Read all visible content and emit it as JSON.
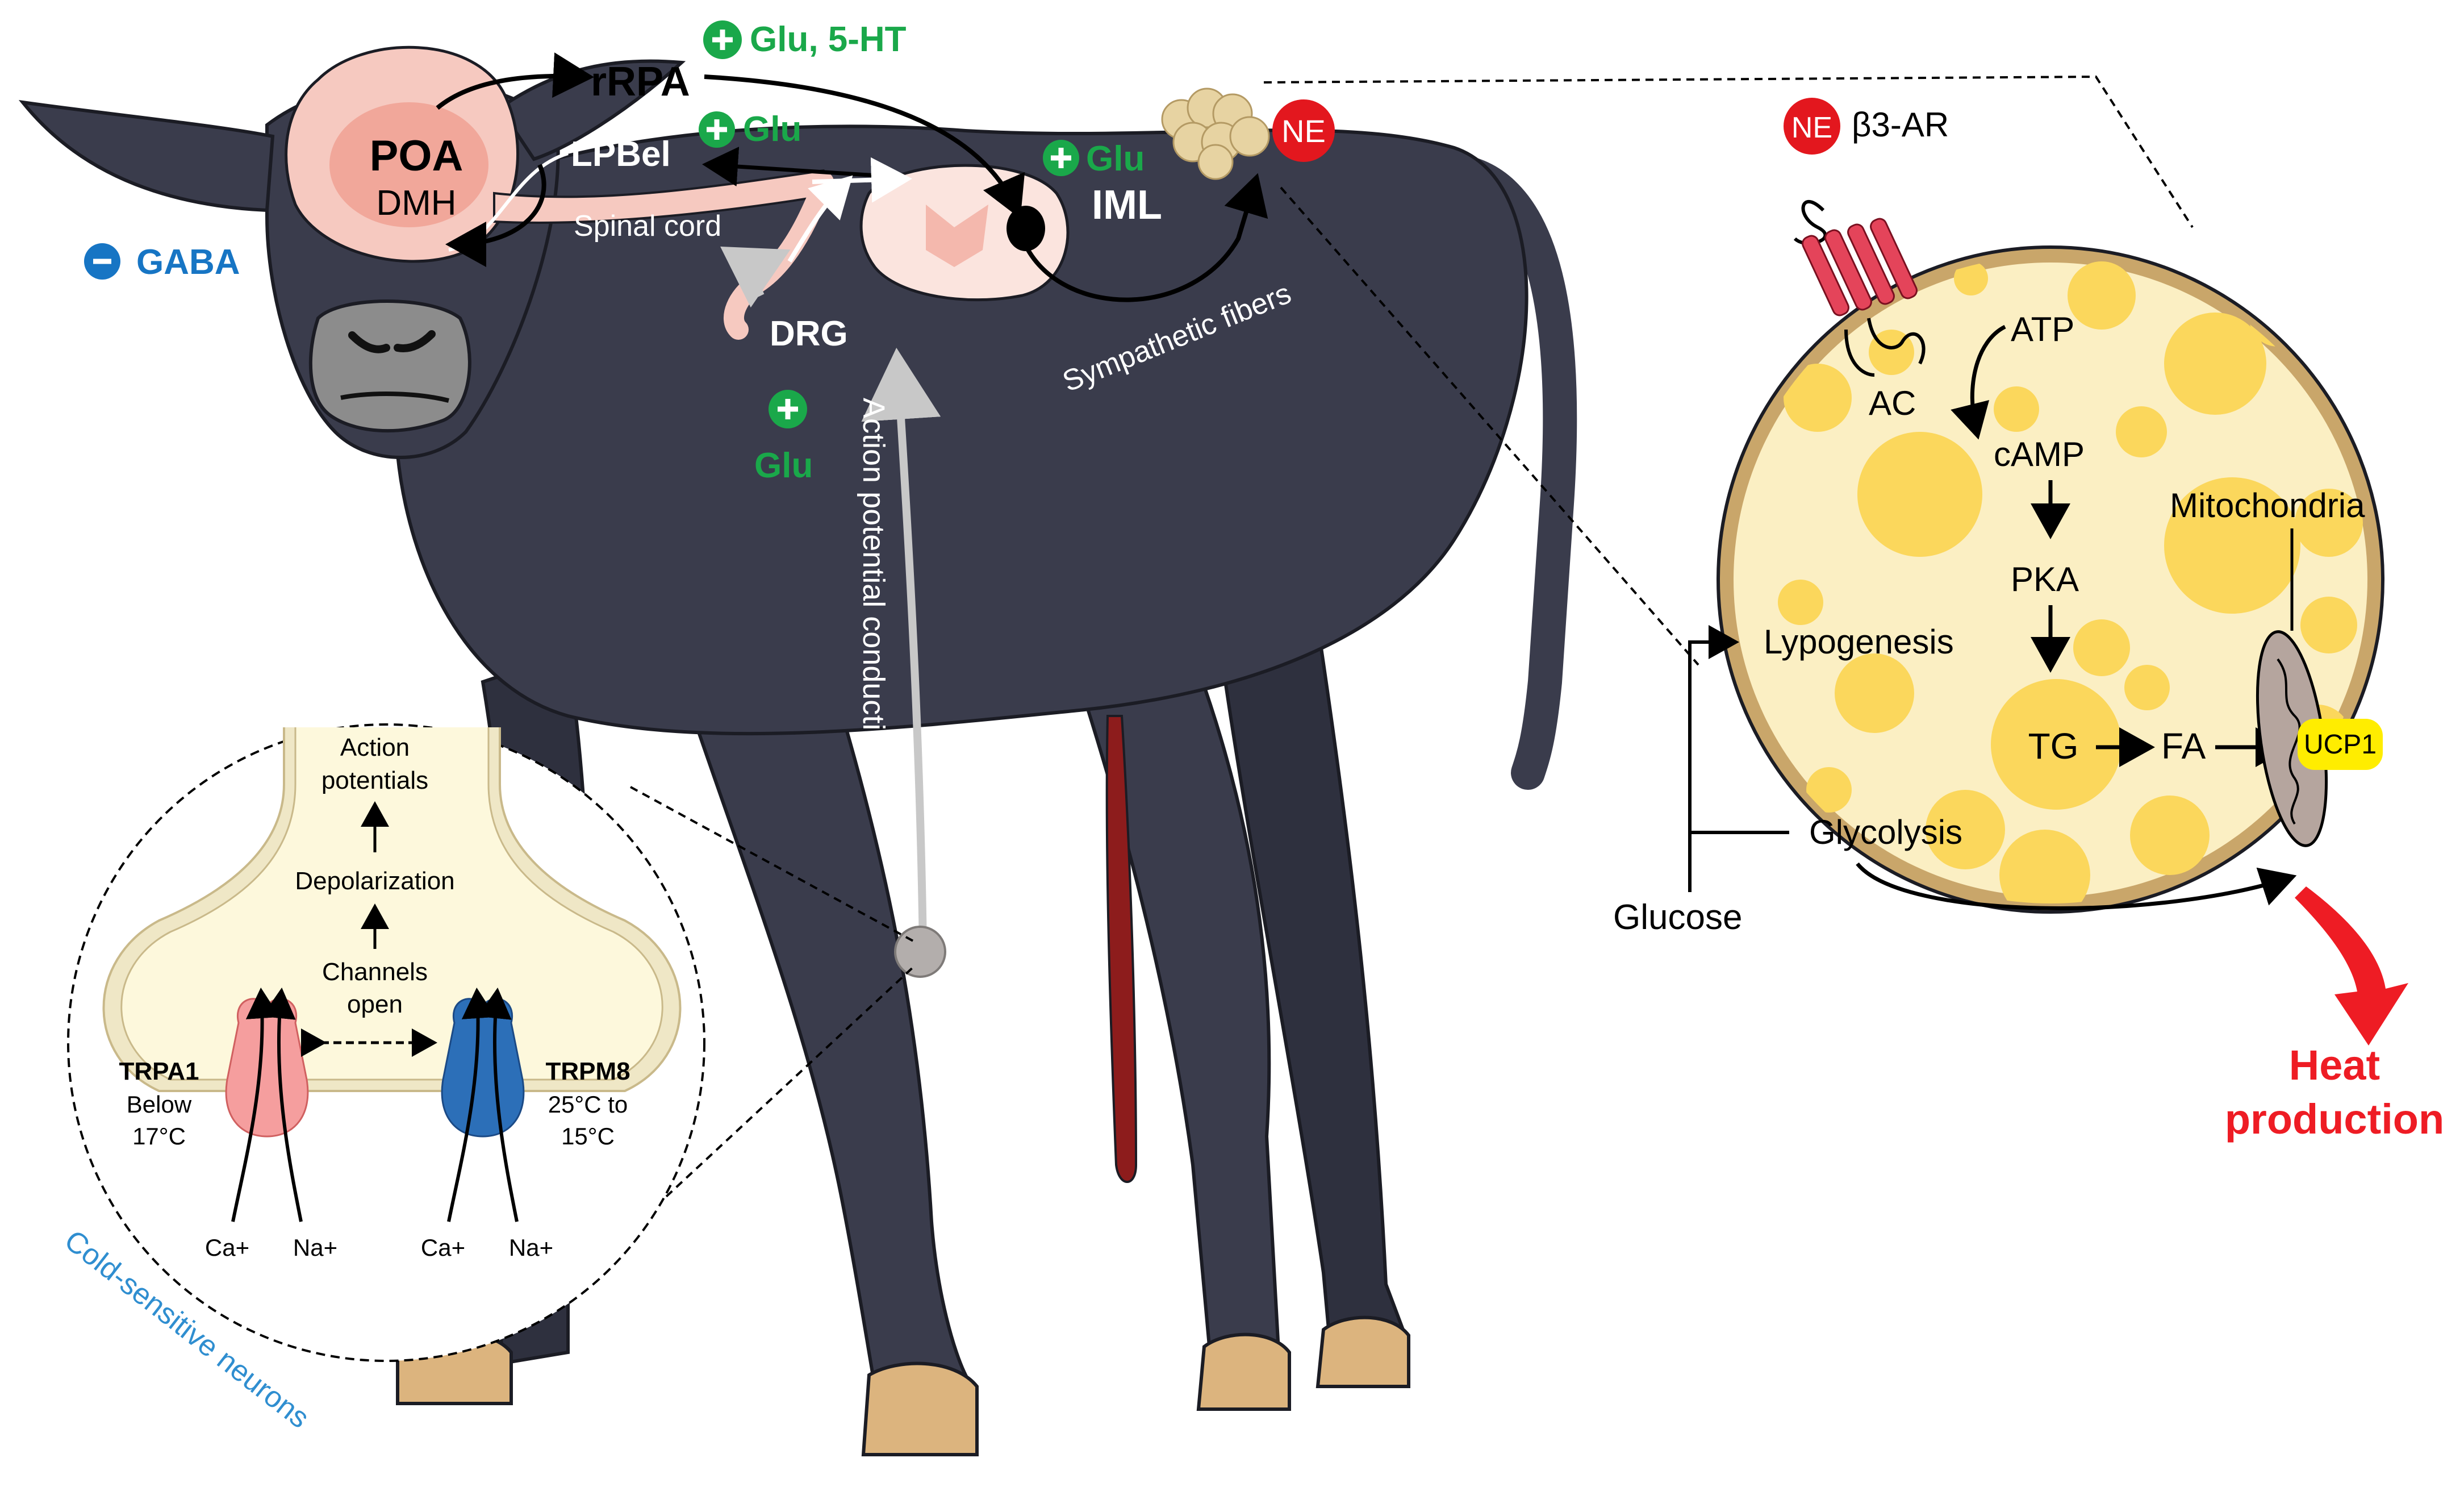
{
  "colors": {
    "cow_body": "#3a3c4c",
    "cow_outline": "#1b1c24",
    "hoof": "#dcb47e",
    "brain": "#f6c9c0",
    "brain_core": "#f1a79a",
    "plus_green": "#1aa84a",
    "text_green": "#1aa84a",
    "minus_blue": "#1775c4",
    "ne_red": "#e3171e",
    "heat_red": "#ee1c24",
    "adipocyte_fill": "#fbefc3",
    "adipocyte_ring": "#c9a66a",
    "lipid_drop": "#fbd75c",
    "ucp1_yellow": "#ffed00",
    "trpa1_pink": "#f59e9e",
    "trpm8_blue": "#2c6fb8",
    "neuron_fill": "#fdf8dc",
    "cold_label_blue": "#2f8ed0",
    "tail_red": "#8d1c1c",
    "receptor_red": "#e4445a"
  },
  "icons": {
    "plus": "plus-sign-icon",
    "minus": "minus-sign-icon",
    "ne": "norepinephrine-badge-icon"
  },
  "labels": {
    "glu_5ht": "Glu, 5-HT",
    "rrpa": "rRPA",
    "poa": "POA",
    "dmh": "DMH",
    "lpbel": "LPBel",
    "glu_lpbel": "Glu",
    "glu_iml": "Glu",
    "iml": "IML",
    "spinal_cord": "Spinal cord",
    "gaba": "GABA",
    "drg": "DRG",
    "glu_drg": "Glu",
    "action_potential_conduction": "Action potential conduction",
    "sympathetic_fibers": "Sympathetic fibers",
    "ne": "NE"
  },
  "adipocyte": {
    "ne": "NE",
    "receptor": "β3-AR",
    "ac": "AC",
    "atp": "ATP",
    "camp": "cAMP",
    "pka": "PKA",
    "tg": "TG",
    "fa": "FA",
    "ucp1": "UCP1",
    "mitochondria": "Mitochondria",
    "lypogenesis": "Lypogenesis",
    "glycolysis": "Glycolysis",
    "glucose": "Glucose",
    "heat_line1": "Heat",
    "heat_line2": "production"
  },
  "neuron_inset": {
    "action_line1": "Action",
    "action_line2": "potentials",
    "depolarization": "Depolarization",
    "channels_line1": "Channels",
    "channels_line2": "open",
    "trpa1": "TRPA1",
    "trpa1_temp1": "Below",
    "trpa1_temp2": "17°C",
    "trpm8": "TRPM8",
    "trpm8_temp1": "25°C to",
    "trpm8_temp2": "15°C",
    "ca_left": "Ca+",
    "na_left": "Na+",
    "ca_right": "Ca+",
    "na_right": "Na+",
    "cold_sensitive": "Cold-sensitive neurons"
  }
}
